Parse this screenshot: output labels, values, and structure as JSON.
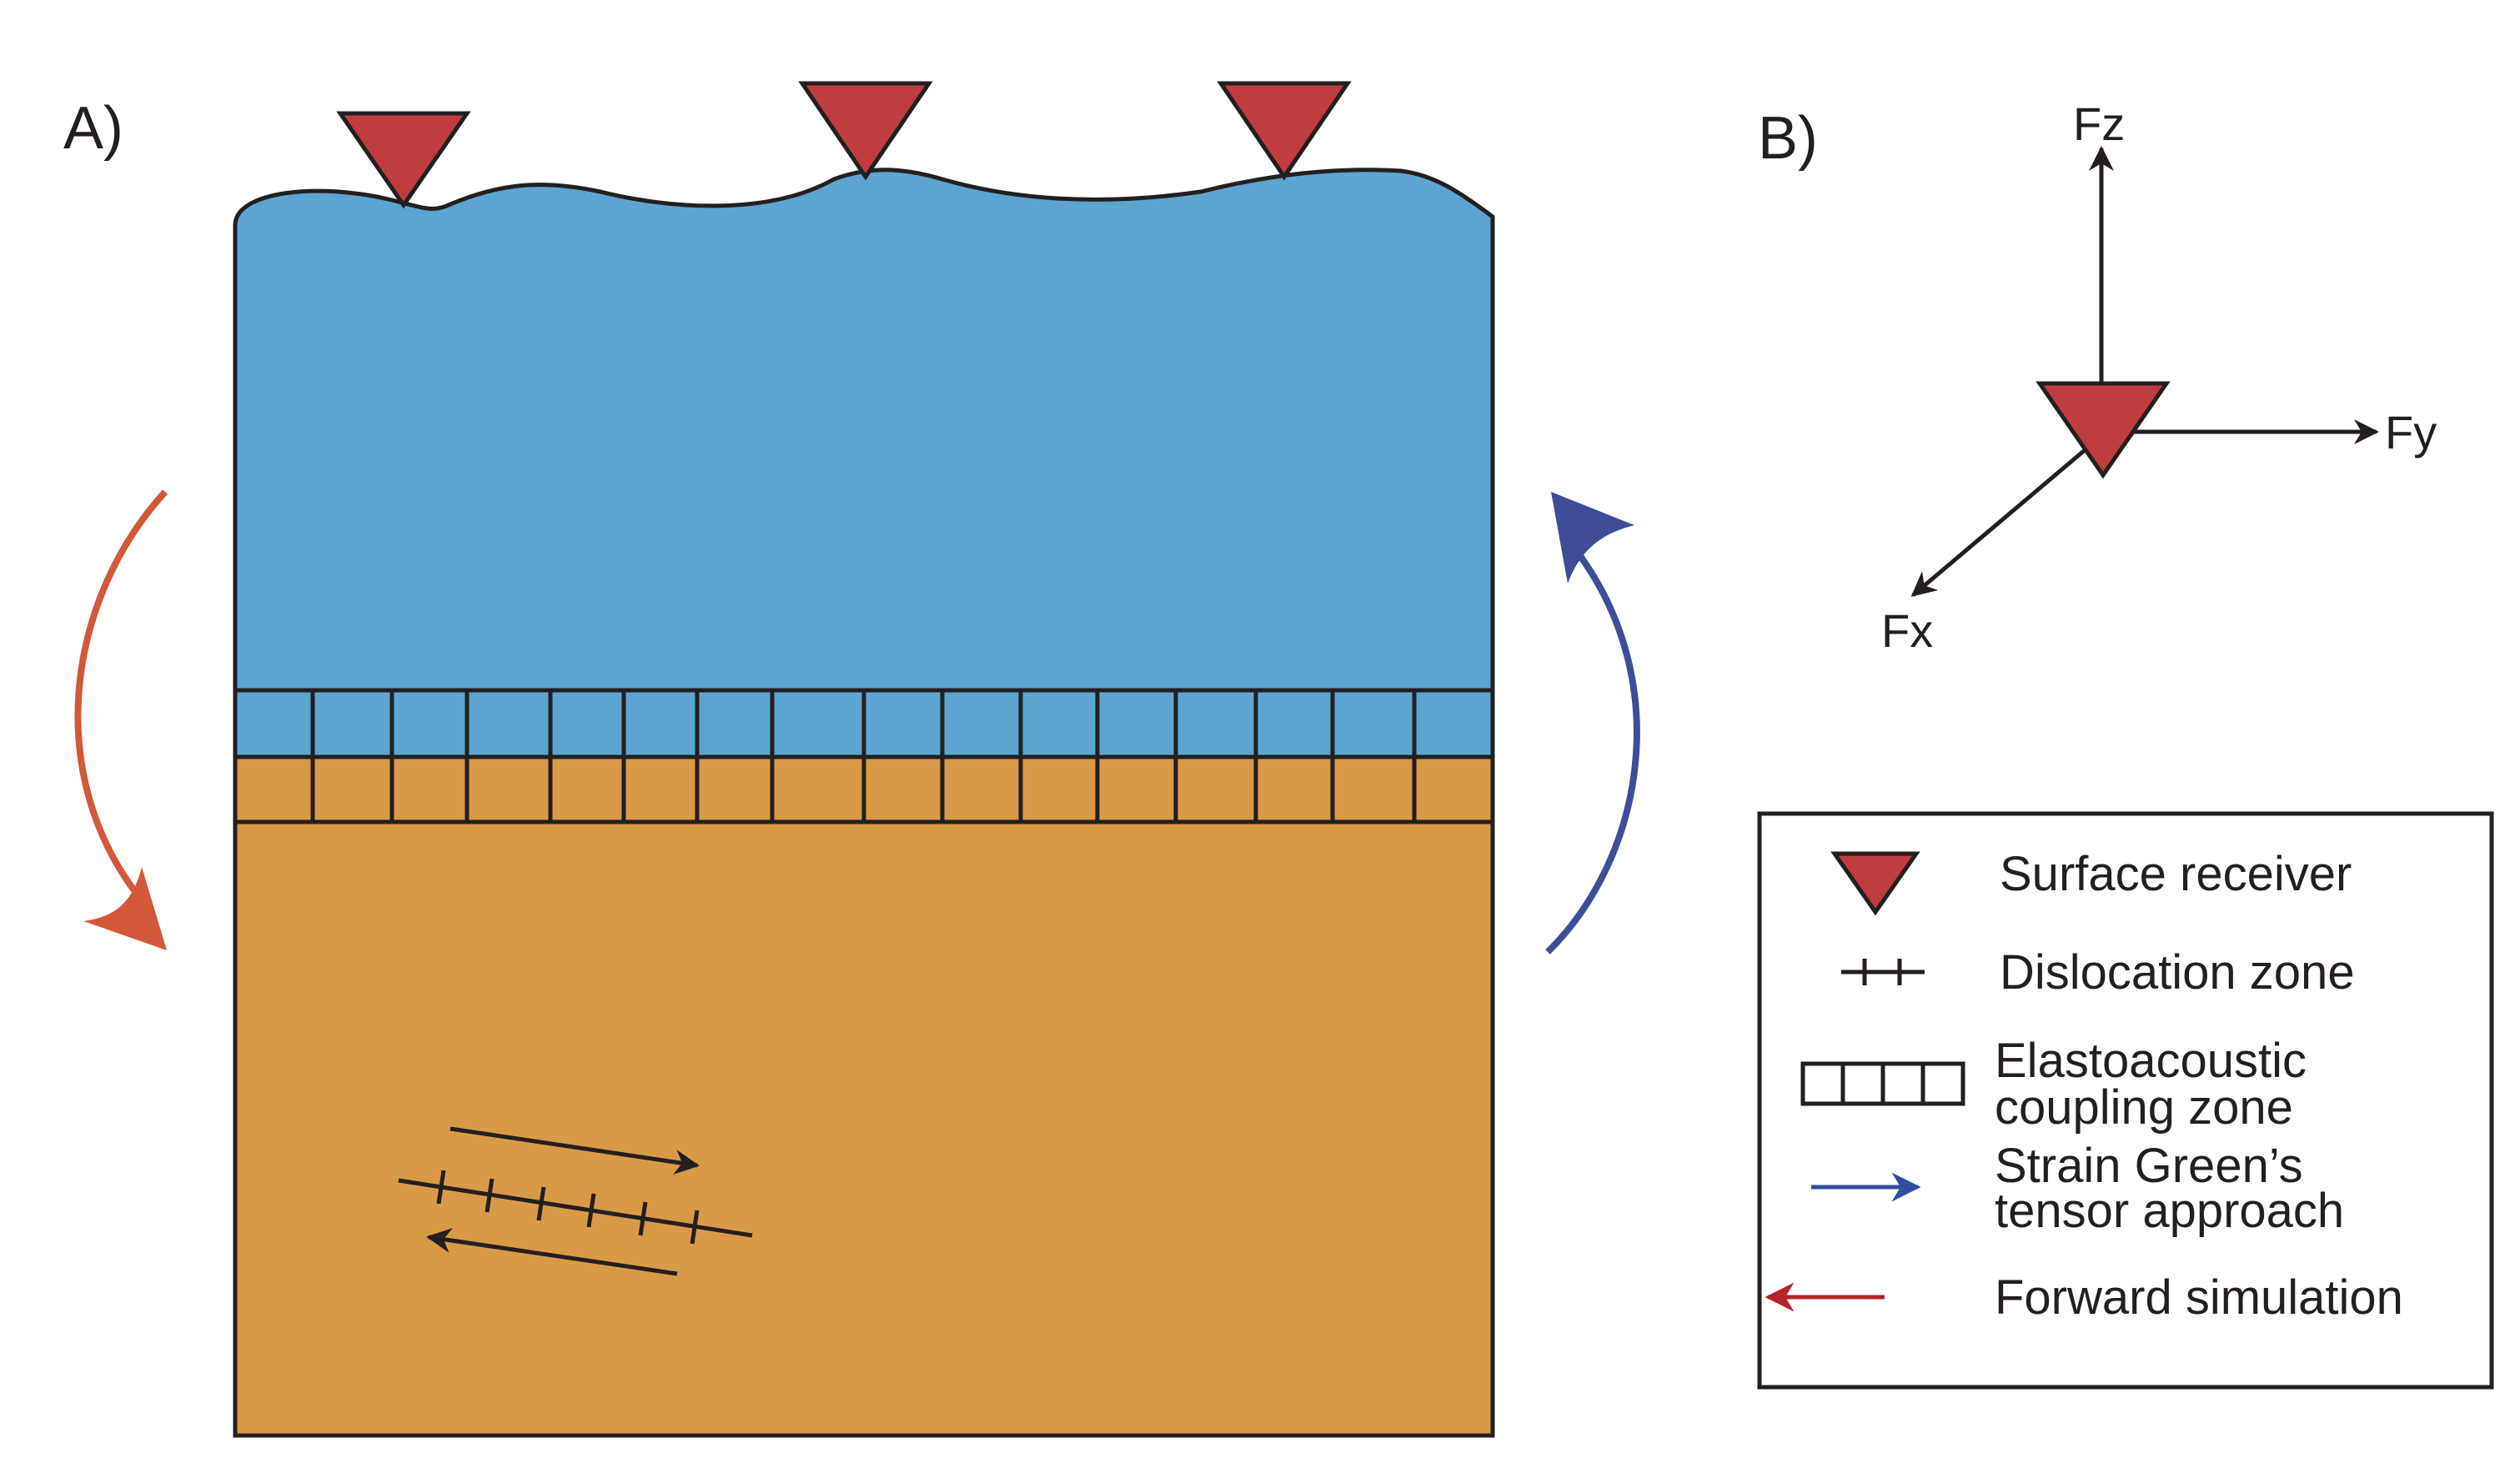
{
  "panels": {
    "a_label": "A)",
    "b_label": "B)"
  },
  "force_axes": {
    "z_label": "Fz",
    "y_label": "Fy",
    "x_label": "Fx"
  },
  "legend": {
    "surface_receiver": "Surface receiver",
    "dislocation_zone": "Dislocation zone",
    "coupling_zone_line1": "Elastoacoustic",
    "coupling_zone_line2": "coupling zone",
    "strain_green_line1": "Strain Green’s",
    "strain_green_line2": "tensor approach",
    "forward_simulation": "Forward simulation"
  },
  "colors": {
    "ocean": "#5ca5d0",
    "solid_earth": "#d99a47",
    "receiver": "#bf3c3f",
    "forward_arrow": "#d3583a",
    "strain_green_arrow": "#3f4d98",
    "legend_forward_arrow": "#b5242a",
    "legend_strain_arrow": "#2e4fa0",
    "outline": "#231f20"
  },
  "icons": {
    "receiver": "inverted-triangle-icon",
    "dislocation": "tick-line-icon",
    "coupling": "grid-cells-icon"
  }
}
